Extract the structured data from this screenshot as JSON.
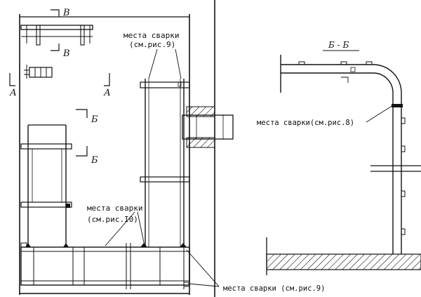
{
  "section_markers": {
    "v_top": "В",
    "v_bottom": "В",
    "a_left": "А",
    "a_right": "А",
    "b_top": "Б",
    "b_bottom": "Б"
  },
  "view_title": "Б - Б",
  "callouts": {
    "weld_fig9_line1": "места сварки",
    "weld_fig9_line2": "(см.рис.9)",
    "weld_fig10_line1": "места сварки",
    "weld_fig10_line2": "(см.рис.I0)",
    "weld_fig8": "места сварки(см.рис.8)",
    "weld_fig9_bottom": "места сварки (см.рис.9)"
  }
}
